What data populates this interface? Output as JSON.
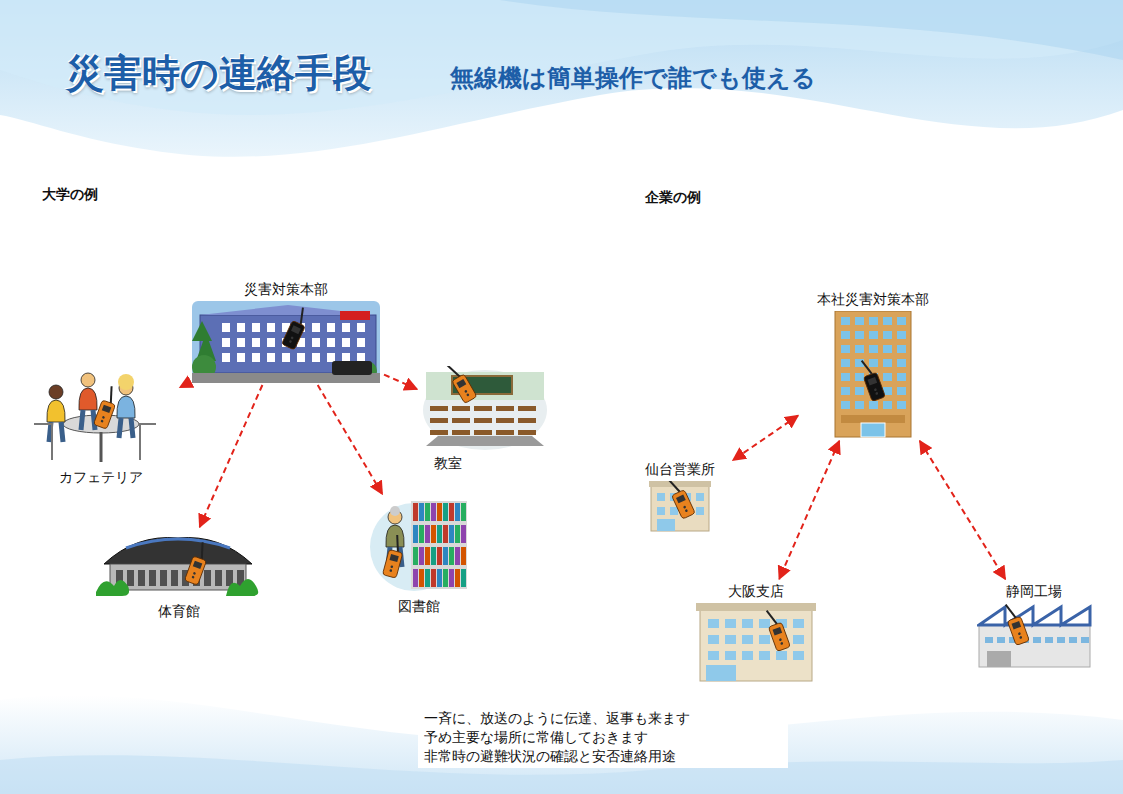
{
  "diagram": {
    "title": "災害時の連絡手段",
    "nodes": [
      {
        "text": [
          "災害対策本部"
        ]
      },
      {
        "text": [
          "カフェテリア"
        ]
      },
      {
        "text": [
          "教室"
        ]
      },
      {
        "text": [
          "体育館"
        ]
      },
      {
        "text": [
          "図書館"
        ]
      },
      {
        "text": [
          "本社災害対策本部"
        ]
      },
      {
        "text": [
          "仙台営業所"
        ]
      },
      {
        "text": [
          "大阪支店"
        ]
      },
      {
        "text": [
          "静岡工場"
        ]
      }
    ],
    "edges": [
      {
        "from": 0,
        "to": 1,
        "arrow": "to"
      },
      {
        "from": 0,
        "to": 2,
        "arrow": "to"
      },
      {
        "from": 0,
        "to": 3,
        "arrow": "to"
      },
      {
        "from": 0,
        "to": 4,
        "arrow": "to"
      },
      {
        "from": 5,
        "to": 6,
        "arrow": "both"
      },
      {
        "from": 5,
        "to": 7,
        "arrow": "both"
      },
      {
        "from": 5,
        "to": 8,
        "arrow": "both"
      }
    ],
    "labels": [
      "無線機は簡単操作で誰でも使える",
      "大学の例",
      "企業の例",
      "一斉に、放送のように伝達、返事も来ます",
      "予め主要な場所に常備しておきます",
      "非常時の避難状況の確認と安否連絡用途"
    ]
  }
}
